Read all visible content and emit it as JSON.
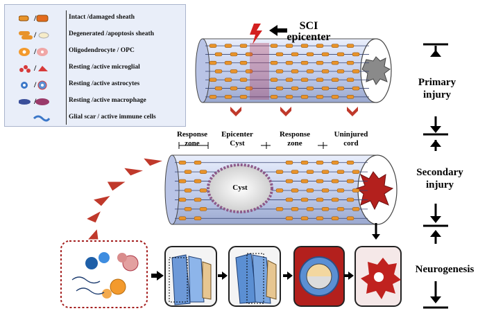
{
  "legend": {
    "items": [
      {
        "label": "Intact /damaged sheath",
        "icon": "sheath-icon"
      },
      {
        "label": "Degenerated /apoptosis sheath",
        "icon": "degenerated-sheath-icon"
      },
      {
        "label": "Oligodendrocyte / OPC",
        "icon": "oligodendrocyte-icon"
      },
      {
        "label": "Resting /active microglial",
        "icon": "microglia-icon"
      },
      {
        "label": "Resting /active astrocytes",
        "icon": "astrocyte-icon"
      },
      {
        "label": "Resting /active  macrophage",
        "icon": "macrophage-icon"
      },
      {
        "label": "Glial scar / active immune cells",
        "icon": "glial-scar-icon"
      }
    ],
    "separator": "/"
  },
  "top": {
    "sci_line1": "SCI",
    "sci_line2": "epicenter"
  },
  "zones": {
    "response_left_line1": "Response",
    "response_left_line2": "zone",
    "epicenter_line1": "Epicenter",
    "epicenter_line2": "Cyst",
    "response_right_line1": "Response",
    "response_right_line2": "zone",
    "uninjured_line1": "Uninjured",
    "uninjured_line2": "cord"
  },
  "cyst_label": "Cyst",
  "stages": {
    "primary_line1": "Primary",
    "primary_line2": "injury",
    "secondary_line1": "Secondary",
    "secondary_line2": "injury",
    "neurogenesis": "Neurogenesis"
  },
  "colors": {
    "sheath": "#e8932a",
    "cord_fill": "#c9d3ee",
    "scar_red": "#c0221f",
    "astro_blue": "#3b77c8",
    "microglia_red": "#d73a3a",
    "arrow_red": "#c0392b"
  }
}
